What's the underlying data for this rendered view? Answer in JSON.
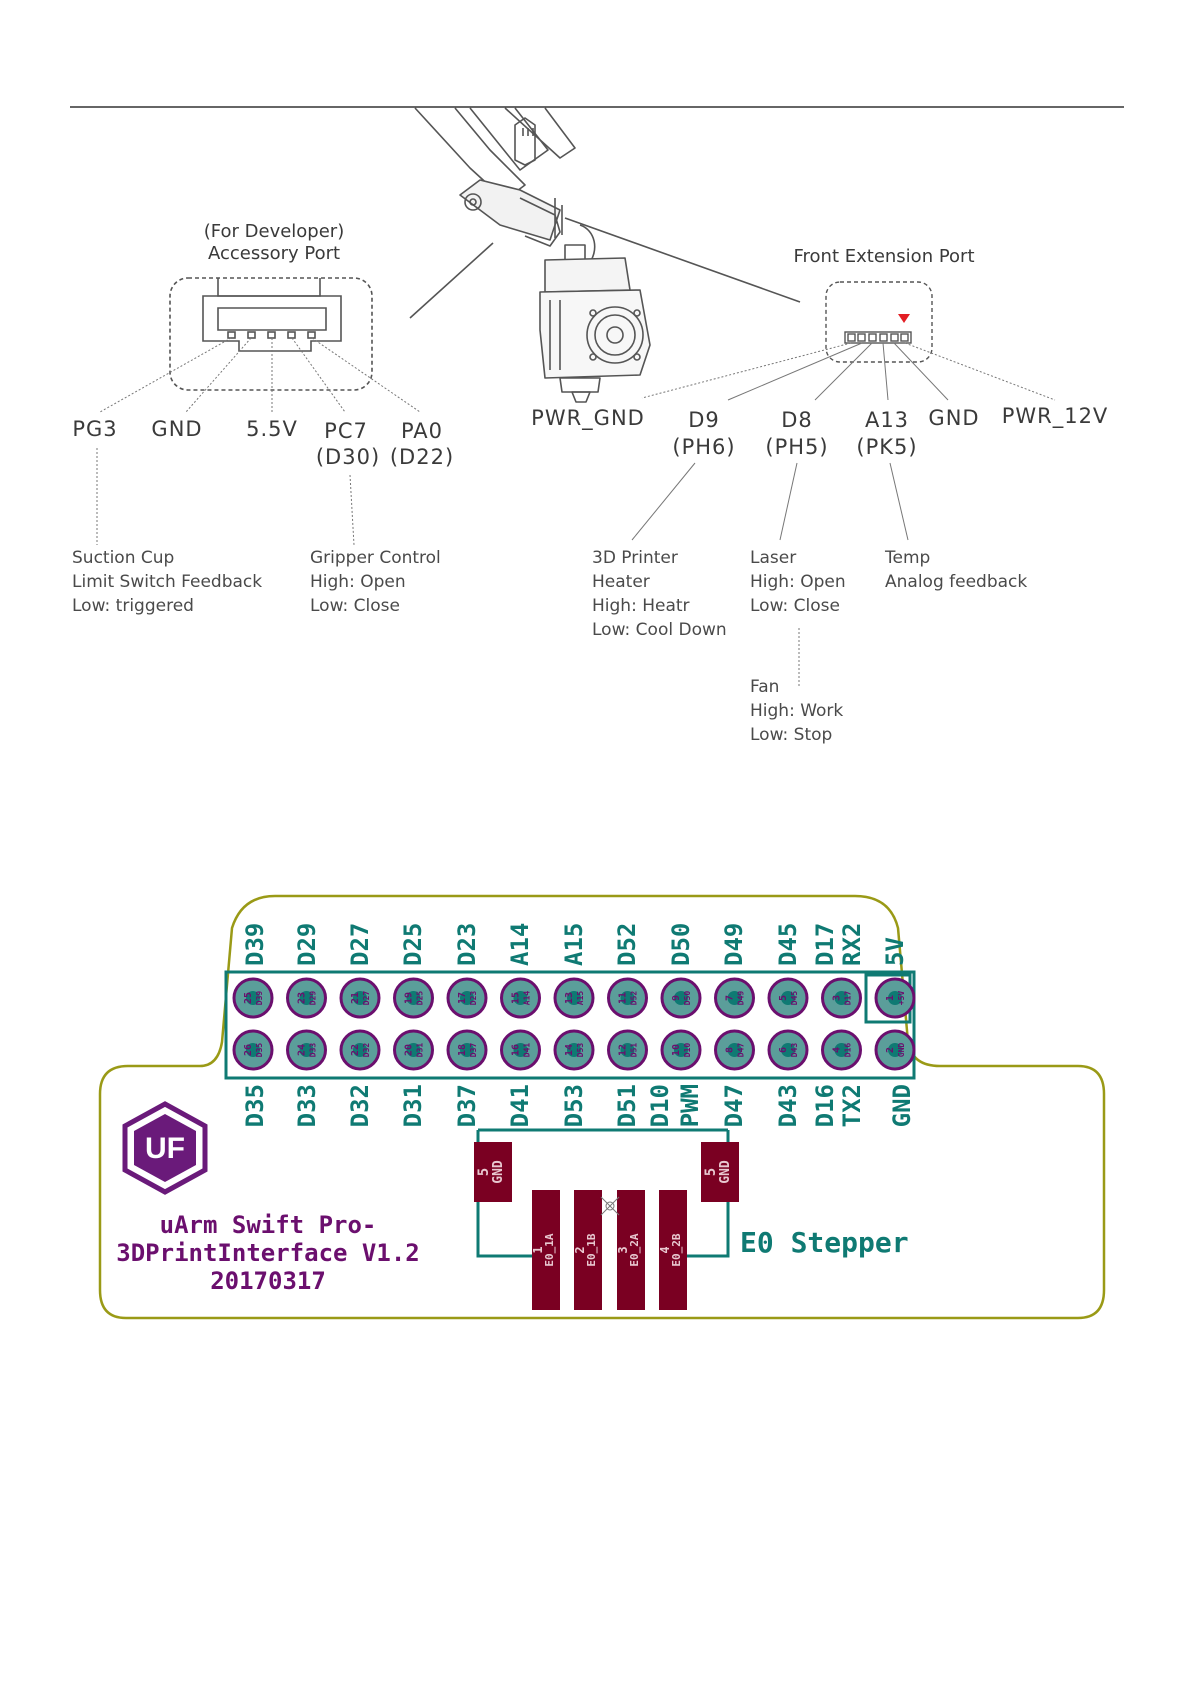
{
  "accessory": {
    "title_line1": "(For Developer)",
    "title_line2": "Accessory Port",
    "pins": [
      "PG3",
      "GND",
      "5.5V",
      "PC7",
      "PA0"
    ],
    "pin_subs": [
      "(D30)",
      "(D22)"
    ],
    "notes": {
      "suction": [
        "Suction Cup",
        "Limit Switch Feedback",
        "Low: triggered"
      ],
      "gripper": [
        "Gripper Control",
        "High: Open",
        "Low: Close"
      ]
    }
  },
  "front": {
    "title": "Front Extension Port",
    "pins": [
      "PWR_GND",
      "D9",
      "D8",
      "A13",
      "GND",
      "PWR_12V"
    ],
    "pin_subs": [
      "(PH6)",
      "(PH5)",
      "(PK5)"
    ],
    "notes": {
      "heater": [
        "3D Printer",
        "Heater",
        "High: Heatr",
        "Low: Cool Down"
      ],
      "laser": [
        "Laser",
        "High: Open",
        "Low: Close"
      ],
      "temp": [
        "Temp",
        "Analog feedback"
      ],
      "fan": [
        "Fan",
        "High: Work",
        "Low: Stop"
      ]
    }
  },
  "board": {
    "top_labels": [
      "D39",
      "D29",
      "D27",
      "D25",
      "D23",
      "A14",
      "A15",
      "D52",
      "D50",
      "D49",
      "D45",
      "D17",
      "RX2",
      "5V"
    ],
    "bottom_labels": [
      "D35",
      "D33",
      "D32",
      "D31",
      "D37",
      "D41",
      "D53",
      "D51",
      "D10",
      "PWM",
      "D47",
      "D43",
      "D16",
      "TX2",
      "GND"
    ],
    "top_pins": [
      {
        "num": "25",
        "sig": "D39"
      },
      {
        "num": "23",
        "sig": "D29"
      },
      {
        "num": "21",
        "sig": "D27"
      },
      {
        "num": "19",
        "sig": "D25"
      },
      {
        "num": "17",
        "sig": "D23"
      },
      {
        "num": "15",
        "sig": "A14"
      },
      {
        "num": "13",
        "sig": "A15"
      },
      {
        "num": "11",
        "sig": "D52"
      },
      {
        "num": "9",
        "sig": "D50"
      },
      {
        "num": "7",
        "sig": "D49"
      },
      {
        "num": "5",
        "sig": "D45"
      },
      {
        "num": "3",
        "sig": "D17"
      },
      {
        "num": "1",
        "sig": "+5V"
      }
    ],
    "bottom_pins": [
      {
        "num": "26",
        "sig": "D35"
      },
      {
        "num": "24",
        "sig": "D33"
      },
      {
        "num": "22",
        "sig": "D32"
      },
      {
        "num": "20",
        "sig": "D31"
      },
      {
        "num": "18",
        "sig": "D37"
      },
      {
        "num": "16",
        "sig": "D41"
      },
      {
        "num": "14",
        "sig": "D53"
      },
      {
        "num": "12",
        "sig": "D51"
      },
      {
        "num": "10",
        "sig": "D10"
      },
      {
        "num": "8",
        "sig": "D47"
      },
      {
        "num": "6",
        "sig": "D43"
      },
      {
        "num": "4",
        "sig": "D16"
      },
      {
        "num": "2",
        "sig": "GND"
      }
    ],
    "logo": "UF",
    "title_line1": "uArm Swift Pro-",
    "title_line2": "3DPrintInterface V1.2",
    "title_line3": "20170317",
    "stepper_label": "E0 Stepper",
    "gnd_pads": [
      {
        "num": "5",
        "sig": "GND"
      },
      {
        "num": "5",
        "sig": "GND"
      }
    ],
    "stepper_pads": [
      {
        "num": "1",
        "sig": "E0_1A"
      },
      {
        "num": "2",
        "sig": "E0_1B"
      },
      {
        "num": "3",
        "sig": "E0_2A"
      },
      {
        "num": "4",
        "sig": "E0_2B"
      }
    ],
    "colors": {
      "teal": "#0f7a73",
      "purple": "#6b0f6e",
      "maroon": "#7a0022",
      "outline": "#9a9a16",
      "logo": "#6a1a7a"
    }
  }
}
